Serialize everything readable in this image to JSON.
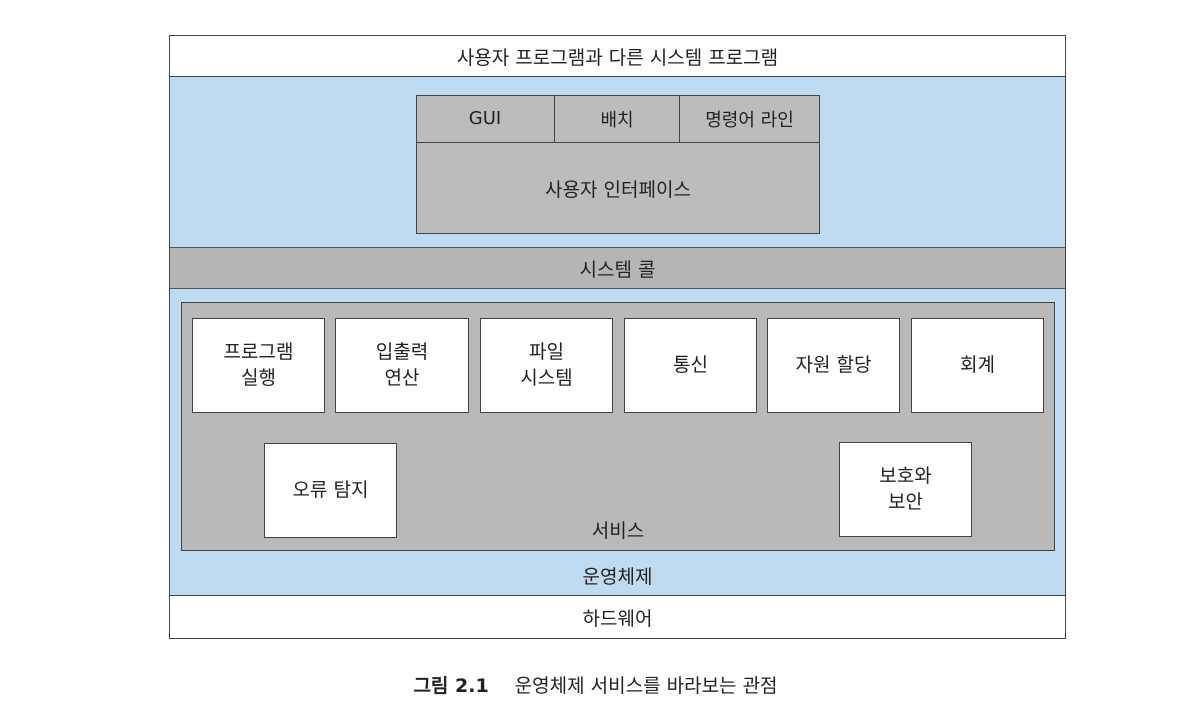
{
  "diagram": {
    "user_programs": "사용자 프로그램과 다른 시스템 프로그램",
    "ui_modes": [
      "GUI",
      "배치",
      "명령어 라인"
    ],
    "user_interface": "사용자 인터페이스",
    "system_call": "시스템 콜",
    "services_row": [
      [
        "프로그램",
        "실행"
      ],
      [
        "입출력",
        "연산"
      ],
      [
        "파일",
        "시스템"
      ],
      [
        "통신"
      ],
      [
        "자원 할당"
      ],
      [
        "회계"
      ]
    ],
    "error_detection": "오류 탐지",
    "protection": [
      "보호와",
      "보안"
    ],
    "services_label": "서비스",
    "os_label": "운영체제",
    "hardware": "하드웨어"
  },
  "caption": {
    "number": "그림 2.1",
    "text": "운영체제 서비스를 바라보는 관점"
  },
  "colors": {
    "os_blue": "#bedbf1",
    "gray": "#b9b9b9",
    "ui_gray": "#bcbcbc"
  }
}
